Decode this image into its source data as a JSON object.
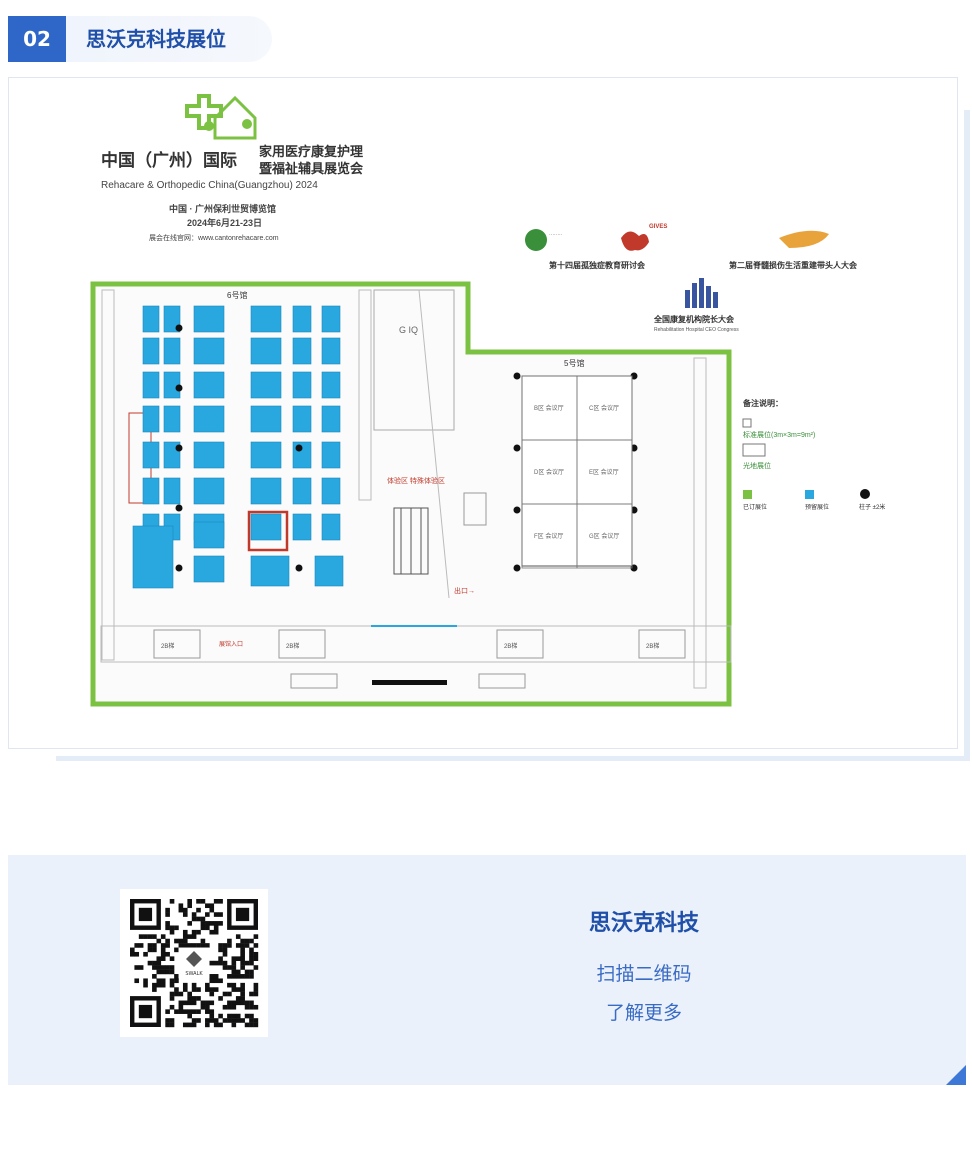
{
  "section": {
    "number": "02",
    "title": "思沃克科技展位"
  },
  "expo": {
    "title_cn_left": "中国（广州）国际",
    "title_cn_line1": "家用医疗康复护理",
    "title_cn_line2": "暨福祉辅具展览会",
    "title_en": "Rehacare & Orthopedic China(Guangzhou) 2024",
    "venue": "中国 · 广州保利世贸博览馆",
    "dates": "2024年6月21-23日",
    "website": "展会在线官网：www.cantonrehacare.com",
    "events": [
      "第十四届孤独症教育研讨会",
      "第二届脊髓损伤生活重建带头人大会",
      "全国康复机构院长大会"
    ],
    "events_en": "Rehabilitation Hospital CEO Congress",
    "logo_gives": "GIVES"
  },
  "floorplan": {
    "hall6": "6号馆",
    "hall5": "5号馆",
    "exhibit_area": "体验区 特殊体验区",
    "conference_rooms": [
      "B区 会议厅",
      "C区 会议厅",
      "D区 会议厅",
      "E区 会议厅",
      "F区 会议厅",
      "G区 会议厅"
    ],
    "entrance": "展馆入口",
    "stair": "2B梯",
    "legend_title": "备注说明：",
    "legend_standard": "标准展位(3m×3m=9m²)",
    "legend_space": "光地展位",
    "legend_sold": "已订展位",
    "legend_reserved": "预留展位",
    "legend_pillar": "柱子 ±2米",
    "colors": {
      "booth": "#29a8e0",
      "border": "#7cc242",
      "highlight": "#c0392b"
    }
  },
  "footer": {
    "company": "思沃克科技",
    "line1": "扫描二维码",
    "line2": "了解更多",
    "qr_label": "SWALK"
  }
}
